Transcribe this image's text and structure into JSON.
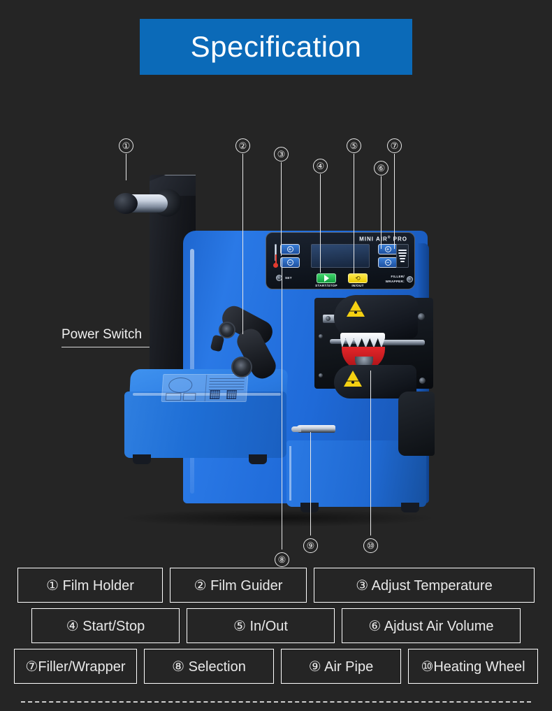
{
  "header": {
    "title": "Specification",
    "banner_color": "#0b6ab8",
    "text_color": "#ffffff"
  },
  "background_color": "#252525",
  "product": {
    "brand_text": "MINI AIR",
    "brand_registered": "®",
    "brand_suffix": "PRO",
    "body_color": "#1f6ad8",
    "accent_warning_color": "#f5d112",
    "heating_wheel_color": "#c4181d",
    "panel": {
      "start_stop_label": "START/STOP",
      "in_out_label": "IN/OUT",
      "filler_wrapper_label": "FILLER/\nWRAPPER",
      "filler_label_line1": "FILLER/",
      "filler_label_line2": "WRAPPER:",
      "set_label": "SET",
      "temp_up_glyph": "+",
      "temp_down_glyph": "−",
      "air_up_glyph": "+",
      "air_down_glyph": "−",
      "start_button_color": "#2fc45c",
      "in_out_button_color": "#f2dc16"
    }
  },
  "annotations": {
    "power_switch_label": "Power Switch",
    "callouts": [
      {
        "id": "1",
        "symbol": "①"
      },
      {
        "id": "2",
        "symbol": "②"
      },
      {
        "id": "3",
        "symbol": "③"
      },
      {
        "id": "4",
        "symbol": "④"
      },
      {
        "id": "5",
        "symbol": "⑤"
      },
      {
        "id": "6",
        "symbol": "⑥"
      },
      {
        "id": "7",
        "symbol": "⑦"
      },
      {
        "id": "8",
        "symbol": "⑧"
      },
      {
        "id": "9",
        "symbol": "⑨"
      },
      {
        "id": "10",
        "symbol": "⑩"
      }
    ]
  },
  "legend": {
    "row1": [
      {
        "symbol": "①",
        "label": "① Film Holder"
      },
      {
        "symbol": "②",
        "label": "② Film Guider"
      },
      {
        "symbol": "③",
        "label": "③ Adjust Temperature"
      }
    ],
    "row2": [
      {
        "symbol": "④",
        "label": "④ Start/Stop"
      },
      {
        "symbol": "⑤",
        "label": "⑤ In/Out"
      },
      {
        "symbol": "⑥",
        "label": "⑥ Ajdust Air Volume"
      }
    ],
    "row3": [
      {
        "symbol": "⑦",
        "label": "⑦Filler/Wrapper"
      },
      {
        "symbol": "⑧",
        "label": "⑧ Selection"
      },
      {
        "symbol": "⑨",
        "label": "⑨ Air Pipe"
      },
      {
        "symbol": "⑩",
        "label": "⑩Heating Wheel"
      }
    ]
  }
}
